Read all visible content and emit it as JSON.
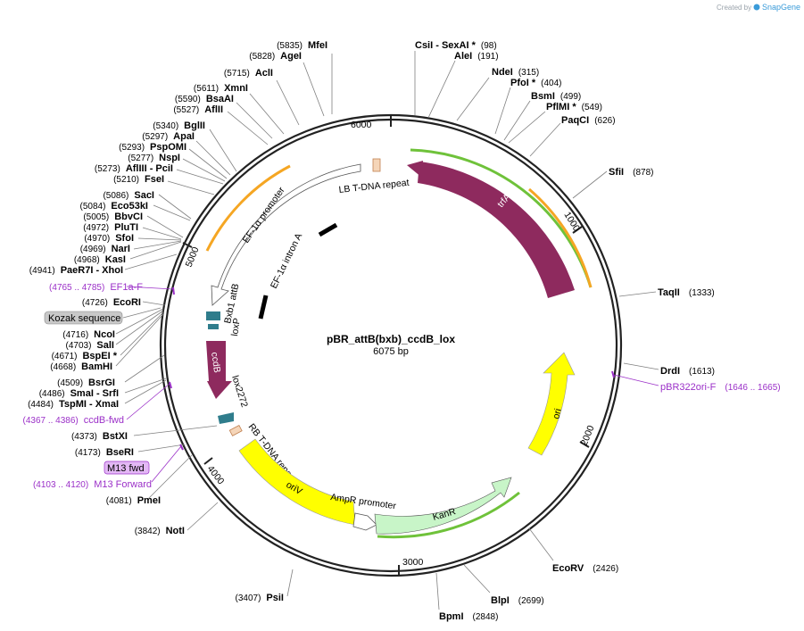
{
  "watermark": {
    "created_by": "Created by",
    "brand": "SnapGene"
  },
  "plasmid": {
    "name": "pBR_attB(bxb)_ccdB_lox",
    "length": "6075 bp"
  },
  "ticks": [
    "6000",
    "1000",
    "2000",
    "3000",
    "4000",
    "5000"
  ],
  "sites_top": [
    {
      "name": "MfeI",
      "pos": "(5835)"
    },
    {
      "name": "AgeI",
      "pos": "(5828)"
    },
    {
      "name": "AclI",
      "pos": "(5715)"
    },
    {
      "name": "XmnI",
      "pos": "(5611)"
    },
    {
      "name": "BsaAI",
      "pos": "(5590)"
    },
    {
      "name": "AflII",
      "pos": "(5527)"
    },
    {
      "name": "BglII",
      "pos": "(5340)"
    },
    {
      "name": "ApaI",
      "pos": "(5297)"
    },
    {
      "name": "PspOMI",
      "pos": "(5293)"
    },
    {
      "name": "NspI",
      "pos": "(5277)"
    },
    {
      "name": "AflIII  - PciI",
      "pos": "(5273)"
    },
    {
      "name": "FseI",
      "pos": "(5210)"
    },
    {
      "name": "SacI",
      "pos": "(5086)"
    },
    {
      "name": "Eco53kI",
      "pos": "(5084)"
    },
    {
      "name": "BbvCI",
      "pos": "(5005)"
    },
    {
      "name": "PluTI",
      "pos": "(4972)"
    },
    {
      "name": "SfoI",
      "pos": "(4970)"
    },
    {
      "name": "NarI",
      "pos": "(4969)"
    },
    {
      "name": "KasI",
      "pos": "(4968)"
    },
    {
      "name": "PaeR7I  - XhoI",
      "pos": "(4941)"
    }
  ],
  "sites_left_lower": [
    {
      "name": "EcoRI",
      "pos": "(4726)"
    },
    {
      "name": "NcoI",
      "pos": "(4716)"
    },
    {
      "name": "SalI",
      "pos": "(4703)"
    },
    {
      "name": "BspEI *",
      "pos": "(4671)"
    },
    {
      "name": "BamHI",
      "pos": "(4668)"
    },
    {
      "name": "BsrGI",
      "pos": "(4509)"
    },
    {
      "name": "SmaI  - SrfI",
      "pos": "(4486)"
    },
    {
      "name": "TspMI  - XmaI",
      "pos": "(4484)"
    },
    {
      "name": "BstXI",
      "pos": "(4373)"
    },
    {
      "name": "BseRI",
      "pos": "(4173)"
    },
    {
      "name": "PmeI",
      "pos": "(4081)"
    },
    {
      "name": "NotI",
      "pos": "(3842)"
    },
    {
      "name": "PsiI",
      "pos": "(3407)"
    }
  ],
  "sites_right": [
    {
      "name": "CsiI  - SexAI *",
      "pos": "(98)"
    },
    {
      "name": "AleI",
      "pos": "(191)"
    },
    {
      "name": "NdeI",
      "pos": "(315)"
    },
    {
      "name": "PfoI *",
      "pos": "(404)"
    },
    {
      "name": "BsmI",
      "pos": "(499)"
    },
    {
      "name": "PflMI *",
      "pos": "(549)"
    },
    {
      "name": "PaqCI",
      "pos": "(626)"
    },
    {
      "name": "SfiI",
      "pos": "(878)"
    },
    {
      "name": "TaqII",
      "pos": "(1333)"
    },
    {
      "name": "DrdI",
      "pos": "(1613)"
    },
    {
      "name": "EcoRV",
      "pos": "(2426)"
    },
    {
      "name": "BlpI",
      "pos": "(2699)"
    },
    {
      "name": "BpmI",
      "pos": "(2848)"
    }
  ],
  "primers": [
    {
      "name": "EF1a-F",
      "pos": "(4765 .. 4785)"
    },
    {
      "name": "ccdB-fwd",
      "pos": "(4367 .. 4386)"
    },
    {
      "name": "M13 Forward",
      "pos": "(4103 .. 4120)"
    },
    {
      "name": "pBR322ori-F",
      "pos": "(1646 .. 1665)"
    }
  ],
  "badges": {
    "kozak": "Kozak sequence",
    "m13": "M13 fwd"
  },
  "features": {
    "trfA": "trfA",
    "lb": "LB T-DNA repeat",
    "ef1a_promoter": "EF-1α promoter",
    "ef1a_intron": "EF-1α intron A",
    "bxb1": "Bxb1 attB",
    "loxp": "loxP",
    "ccdb": "ccdB",
    "lox2272": "lox2272",
    "rb": "RB T-DNA repeat",
    "oriv": "oriV",
    "ampr_promoter": "AmpR promoter",
    "kanr": "KanR",
    "ori": "ori"
  },
  "colors": {
    "trfA": "#8e2a5e",
    "ccdB": "#8e2a5e",
    "kanr": "#c8f5c8",
    "yellow": "#ffff00",
    "orange": "#f5a623",
    "green": "#6fc23a",
    "primer": "#9b30c8",
    "attB": "#2f7d8c"
  }
}
